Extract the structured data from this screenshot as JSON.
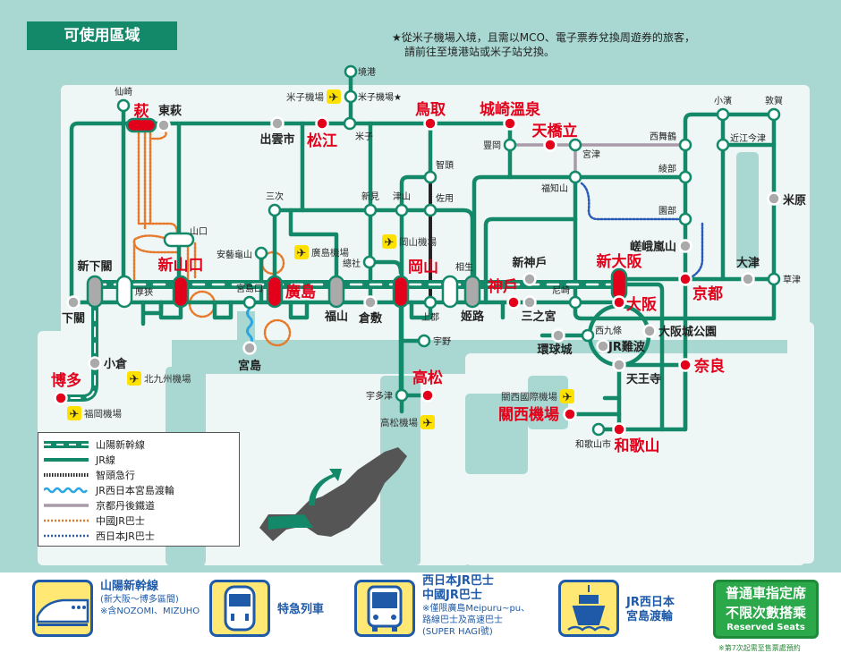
{
  "header": {
    "area_title": "可使用區域",
    "note_line1": "★從米子機場入境，且需以MCO、電子票券兌換周遊券的旅客，",
    "note_line2": "請前往至境港站或米子站兌換。"
  },
  "colors": {
    "jr": "#13896a",
    "major": "#e3001b",
    "sea": "#a9d8d3",
    "land": "#eef7f5",
    "bus_cjr": "#e8782a",
    "bus_wjr": "#2a5bb8",
    "tango": "#a99aa9",
    "ferry": "#2aa6e0"
  },
  "stations": [
    {
      "name": "境港",
      "type": "white",
      "style": "small"
    },
    {
      "name": "米子機場★",
      "type": "white",
      "style": "small"
    },
    {
      "name": "米子",
      "type": "white",
      "style": "small"
    },
    {
      "name": "仙崎",
      "type": "white",
      "style": "small"
    },
    {
      "name": "萩",
      "type": "red",
      "style": "major"
    },
    {
      "name": "東萩",
      "type": "gray",
      "style": "bold"
    },
    {
      "name": "出雲市",
      "type": "gray",
      "style": "bold"
    },
    {
      "name": "松江",
      "type": "red",
      "style": "major"
    },
    {
      "name": "鳥取",
      "type": "red",
      "style": "major"
    },
    {
      "name": "城崎溫泉",
      "type": "red",
      "style": "major"
    },
    {
      "name": "豐岡",
      "type": "white",
      "style": "small"
    },
    {
      "name": "天橋立",
      "type": "red",
      "style": "major"
    },
    {
      "name": "宮津",
      "type": "white",
      "style": "small"
    },
    {
      "name": "西舞鶴",
      "type": "white",
      "style": "small"
    },
    {
      "name": "小濱",
      "type": "white",
      "style": "small"
    },
    {
      "name": "敦賀",
      "type": "white",
      "style": "small"
    },
    {
      "name": "近江今津",
      "type": "white",
      "style": "small"
    },
    {
      "name": "米原",
      "type": "gray",
      "style": "bold"
    },
    {
      "name": "智頭",
      "type": "white",
      "style": "small"
    },
    {
      "name": "綾部",
      "type": "white",
      "style": "small"
    },
    {
      "name": "福知山",
      "type": "white",
      "style": "small"
    },
    {
      "name": "三次",
      "type": "white",
      "style": "small"
    },
    {
      "name": "新見",
      "type": "white",
      "style": "small"
    },
    {
      "name": "津山",
      "type": "white",
      "style": "small"
    },
    {
      "name": "佐用",
      "type": "white",
      "style": "small"
    },
    {
      "name": "園部",
      "type": "white",
      "style": "small"
    },
    {
      "name": "嵯峨嵐山",
      "type": "gray",
      "style": "bold"
    },
    {
      "name": "山口",
      "type": "white",
      "style": "small"
    },
    {
      "name": "安藝龜山",
      "type": "white",
      "style": "small"
    },
    {
      "name": "總社",
      "type": "white",
      "style": "small"
    },
    {
      "name": "新下關",
      "type": "gray",
      "style": "bold"
    },
    {
      "name": "下關",
      "type": "gray",
      "style": "bold"
    },
    {
      "name": "厚狹",
      "type": "white",
      "style": "small"
    },
    {
      "name": "新山口",
      "type": "red",
      "style": "major"
    },
    {
      "name": "宮島口",
      "type": "white",
      "style": "small"
    },
    {
      "name": "廣島",
      "type": "red",
      "style": "major"
    },
    {
      "name": "福山",
      "type": "gray",
      "style": "bold"
    },
    {
      "name": "倉敷",
      "type": "gray",
      "style": "bold"
    },
    {
      "name": "岡山",
      "type": "red",
      "style": "major"
    },
    {
      "name": "相生",
      "type": "white",
      "style": "small"
    },
    {
      "name": "上郡",
      "type": "white",
      "style": "small"
    },
    {
      "name": "姬路",
      "type": "gray",
      "style": "bold"
    },
    {
      "name": "新神戶",
      "type": "gray",
      "style": "bold"
    },
    {
      "name": "神戶",
      "type": "red",
      "style": "major"
    },
    {
      "name": "三之宮",
      "type": "gray",
      "style": "bold"
    },
    {
      "name": "尼崎",
      "type": "white",
      "style": "small"
    },
    {
      "name": "新大阪",
      "type": "red",
      "style": "major"
    },
    {
      "name": "大阪",
      "type": "red",
      "style": "major"
    },
    {
      "name": "京都",
      "type": "red",
      "style": "major"
    },
    {
      "name": "大津",
      "type": "gray",
      "style": "bold"
    },
    {
      "name": "草津",
      "type": "white",
      "style": "small"
    },
    {
      "name": "宮島",
      "type": "gray",
      "style": "bold"
    },
    {
      "name": "宇野",
      "type": "white",
      "style": "small"
    },
    {
      "name": "西九條",
      "type": "white",
      "style": "small"
    },
    {
      "name": "環球城",
      "type": "gray",
      "style": "bold"
    },
    {
      "name": "JR難波",
      "type": "gray",
      "style": "bold"
    },
    {
      "name": "大阪城公園",
      "type": "gray",
      "style": "bold"
    },
    {
      "name": "天王寺",
      "type": "gray",
      "style": "bold"
    },
    {
      "name": "奈良",
      "type": "red",
      "style": "major"
    },
    {
      "name": "小倉",
      "type": "gray",
      "style": "bold"
    },
    {
      "name": "博多",
      "type": "red",
      "style": "major"
    },
    {
      "name": "宇多津",
      "type": "white",
      "style": "small"
    },
    {
      "name": "高松",
      "type": "red",
      "style": "major"
    },
    {
      "name": "關西機場",
      "type": "red",
      "style": "major"
    },
    {
      "name": "和歌山市",
      "type": "white",
      "style": "small"
    },
    {
      "name": "和歌山",
      "type": "red",
      "style": "major"
    }
  ],
  "airports": [
    "米子機場",
    "廣島機場",
    "岡山機場",
    "北九州機場",
    "福岡機場",
    "高松機場",
    "關西國際機場"
  ],
  "legend": [
    {
      "label": "山陽新幹線",
      "kind": "shinkansen"
    },
    {
      "label": "JR線",
      "kind": "jr"
    },
    {
      "label": "智頭急行",
      "kind": "chizu"
    },
    {
      "label": "JR西日本宮島渡輪",
      "kind": "ferry"
    },
    {
      "label": "京都丹後鐵道",
      "kind": "tango"
    },
    {
      "label": "中國JR巴士",
      "kind": "bus_cjr"
    },
    {
      "label": "西日本JR巴士",
      "kind": "bus_wjr"
    }
  ],
  "bottom": {
    "shinkansen": {
      "title": "山陽新幹線",
      "line2": "(新大阪～博多區間)",
      "line3": "※含NOZOMI、MIZUHO"
    },
    "express": {
      "title": "特急列車"
    },
    "bus": {
      "title1": "西日本JR巴士",
      "title2": "中國JR巴士",
      "line1": "※僅限廣島Meipuru~pu、",
      "line2": "路線巴士及高速巴士",
      "line3": "(SUPER HAGI號)"
    },
    "ferry": {
      "title1": "JR西日本",
      "title2": "宮島渡輪"
    },
    "reserved": {
      "line1": "普通車指定席",
      "line2": "不限次數搭乘",
      "line3": "Reserved Seats",
      "note": "※第7次起需至售票處預約"
    }
  }
}
